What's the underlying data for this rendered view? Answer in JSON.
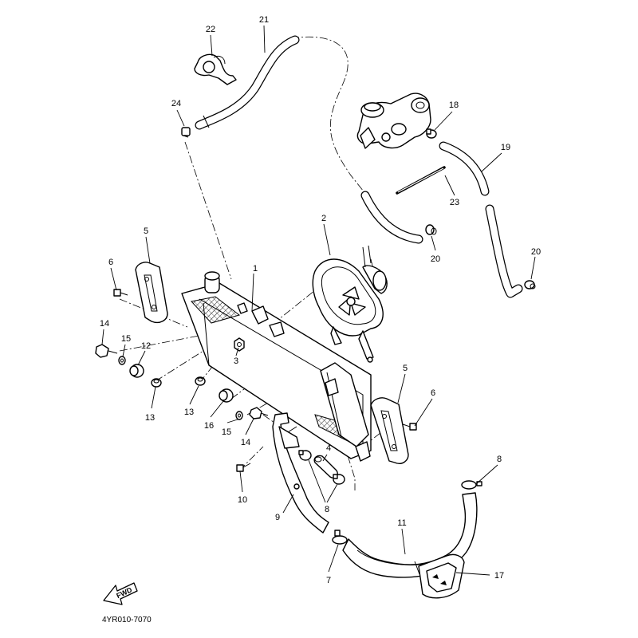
{
  "diagram": {
    "diagram_code": "4YR010-7070",
    "forward_label": "FWD",
    "callouts": [
      {
        "id": "c1",
        "text": "1"
      },
      {
        "id": "c2",
        "text": "2"
      },
      {
        "id": "c3",
        "text": "3"
      },
      {
        "id": "c4",
        "text": "4"
      },
      {
        "id": "c5a",
        "text": "5"
      },
      {
        "id": "c5b",
        "text": "5"
      },
      {
        "id": "c6a",
        "text": "6"
      },
      {
        "id": "c6b",
        "text": "6"
      },
      {
        "id": "c7",
        "text": "7"
      },
      {
        "id": "c8a",
        "text": "8"
      },
      {
        "id": "c8b",
        "text": "8"
      },
      {
        "id": "c9",
        "text": "9"
      },
      {
        "id": "c10",
        "text": "10"
      },
      {
        "id": "c11",
        "text": "11"
      },
      {
        "id": "c12",
        "text": "12"
      },
      {
        "id": "c13a",
        "text": "13"
      },
      {
        "id": "c13b",
        "text": "13"
      },
      {
        "id": "c14a",
        "text": "14"
      },
      {
        "id": "c14b",
        "text": "14"
      },
      {
        "id": "c15a",
        "text": "15"
      },
      {
        "id": "c15b",
        "text": "15"
      },
      {
        "id": "c16",
        "text": "16"
      },
      {
        "id": "c17",
        "text": "17"
      },
      {
        "id": "c18",
        "text": "18"
      },
      {
        "id": "c19",
        "text": "19"
      },
      {
        "id": "c20a",
        "text": "20"
      },
      {
        "id": "c20b",
        "text": "20"
      },
      {
        "id": "c21",
        "text": "21"
      },
      {
        "id": "c22",
        "text": "22"
      },
      {
        "id": "c23",
        "text": "23"
      },
      {
        "id": "c24",
        "text": "24"
      }
    ]
  }
}
